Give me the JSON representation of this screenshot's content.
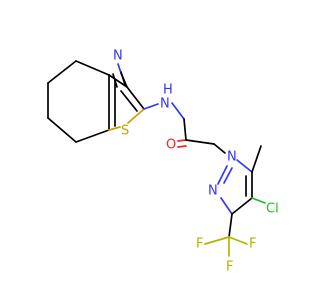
{
  "colors": {
    "carbon": "#000000",
    "nitrogen": "#3333ff",
    "sulfur": "#c8a000",
    "oxygen": "#ff2020",
    "chlorine": "#1fbf1f",
    "fluorine": "#b3b300"
  },
  "atoms": {
    "nitrile_n": "N",
    "amide_n": "N",
    "amide_h": "H",
    "thiophene_s": "S",
    "carbonyl_o": "O",
    "pyrazole_n1": "N",
    "pyrazole_n2": "N",
    "chloro": "Cl",
    "fluoro_1": "F",
    "fluoro_2": "F",
    "fluoro_3": "F"
  }
}
